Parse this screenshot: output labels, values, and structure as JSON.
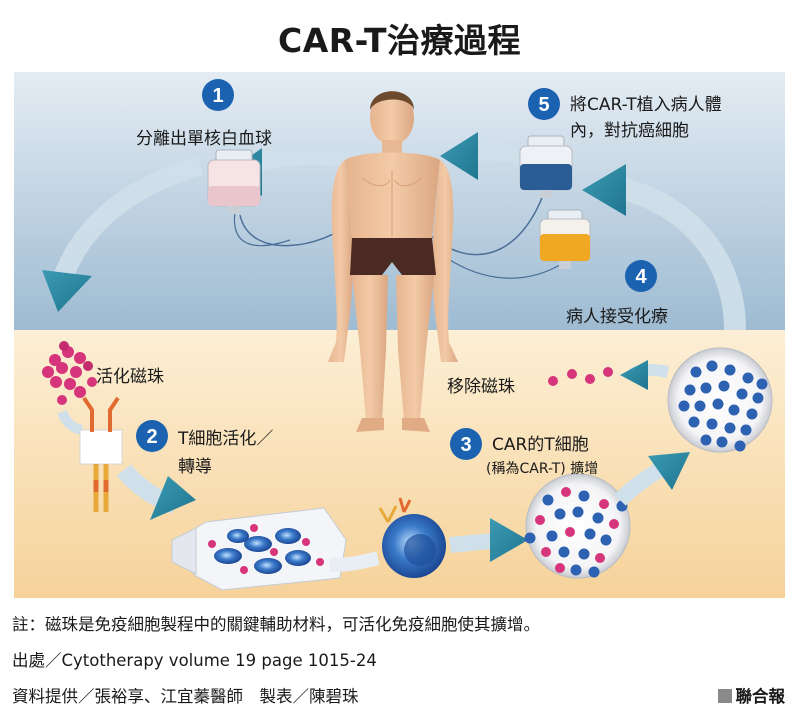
{
  "title": "CAR-T治療過程",
  "steps": [
    {
      "number": "1",
      "label": "分離出單核白血球"
    },
    {
      "number": "2",
      "label_line1": "T細胞活化／",
      "label_line2": "轉導"
    },
    {
      "number": "3",
      "label_line1": "CAR的T細胞",
      "label_line2": "(稱為CAR-T) 擴增"
    },
    {
      "number": "4",
      "label": "病人接受化療"
    },
    {
      "number": "5",
      "label_line1": "將CAR-T植入病人體",
      "label_line2": "內，對抗癌細胞"
    }
  ],
  "activate_beads": "活化磁珠",
  "remove_beads": "移除磁珠",
  "note": "註：磁珠是免疫細胞製程中的關鍵輔助材料，可活化免疫細胞使其擴增。",
  "source": "出處／Cytotherapy volume 19 page 1015-24",
  "credits": "資料提供／張裕享、江宜蓁醫師　製表／陳碧珠",
  "brand": "聯合報",
  "colors": {
    "sky_top": "#dce6ef",
    "sky_bottom": "#93b3cd",
    "ground_top": "#fbeccf",
    "ground_bottom": "#f7d39c",
    "arrow": "#2a8aa3",
    "badge": "#1b63b0",
    "bead": "#d6357c",
    "cell_blue": "#2d62b3"
  }
}
